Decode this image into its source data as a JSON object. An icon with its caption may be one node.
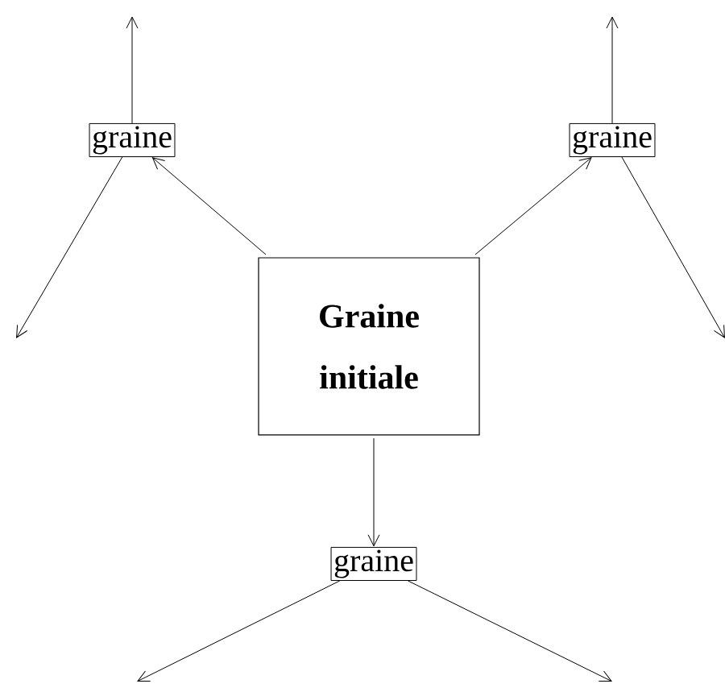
{
  "diagram": {
    "nodes": [
      {
        "text": [
          "Graine initiale"
        ]
      },
      {
        "text": [
          "graine"
        ]
      },
      {
        "text": [
          "graine"
        ]
      },
      {
        "text": [
          "graine"
        ]
      }
    ],
    "edges": [
      {
        "from": 0,
        "to": 1,
        "arrow": "to"
      },
      {
        "from": 0,
        "to": 2,
        "arrow": "to"
      },
      {
        "from": 0,
        "to": 3,
        "arrow": "to"
      },
      {
        "from": 1,
        "to": null,
        "arrow": "to"
      },
      {
        "from": 1,
        "to": null,
        "arrow": "to"
      },
      {
        "from": 2,
        "to": null,
        "arrow": "to"
      },
      {
        "from": 2,
        "to": null,
        "arrow": "to"
      },
      {
        "from": 3,
        "to": null,
        "arrow": "to"
      },
      {
        "from": 3,
        "to": null,
        "arrow": "to"
      }
    ]
  }
}
